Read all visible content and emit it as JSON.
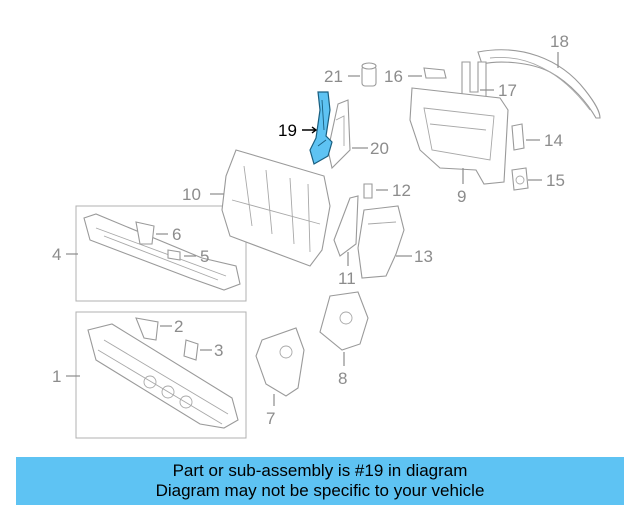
{
  "diagram": {
    "callouts": [
      "1",
      "2",
      "3",
      "4",
      "5",
      "6",
      "7",
      "8",
      "9",
      "10",
      "11",
      "12",
      "13",
      "14",
      "15",
      "16",
      "17",
      "18",
      "19",
      "20",
      "21"
    ],
    "highlighted_part": "19",
    "highlight_color": "#5ec3f3",
    "line_color": "#9a9a9a"
  },
  "banner": {
    "line1": "Part or sub-assembly is #19 in diagram",
    "line2": "Diagram may not be specific to your vehicle",
    "background": "#5ec3f3"
  }
}
